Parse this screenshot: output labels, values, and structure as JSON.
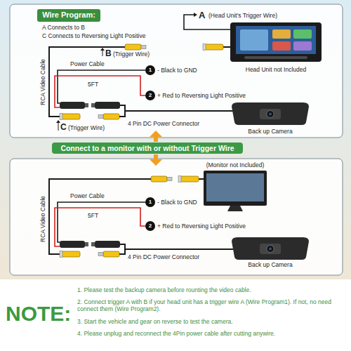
{
  "diagram": {
    "nodes": [
      {
        "text": [
          "Wire Program:"
        ]
      },
      {
        "text": [
          "1"
        ]
      },
      {
        "text": [
          "2"
        ]
      },
      {
        "text": [
          "Connect to a monitor with or without Trigger Wire"
        ]
      },
      {
        "text": [
          "1"
        ]
      },
      {
        "text": [
          "2"
        ]
      }
    ],
    "labels": [
      "A Connects to B",
      "C Connects to Reversing Light Positive",
      "A",
      "(Head Unit's Trigger Wire)",
      "B",
      "(Trigger Wire)",
      "Head Unit not Included",
      "RCA Video Cable",
      "Power Cable",
      "5FT",
      "- Black to GND",
      "+ Red to Reversing Light Positive",
      "C",
      "(Trigger Wire)",
      "4 Pin DC Power Connector",
      "Back up Camera",
      "(Monitor not Included)",
      "RCA Video Cable",
      "Power Cable",
      "5FT",
      "- Black to GND",
      "+ Red to Reversing Light Positive",
      "4 Pin DC Power Connector",
      "Back up Camera",
      "NOTE:",
      "1. Please test the backup camera before rounting the video cable.",
      "2. Connect trigger A with B if your head unit has a trigger wire A (Wire Program1). If not, no need connect them (Wire Program2).",
      "3. Start the vehicle and gear on reverse to test the camera.",
      "4. Please unplug and reconnect the 4Pin power cable after cutting anywire."
    ]
  }
}
